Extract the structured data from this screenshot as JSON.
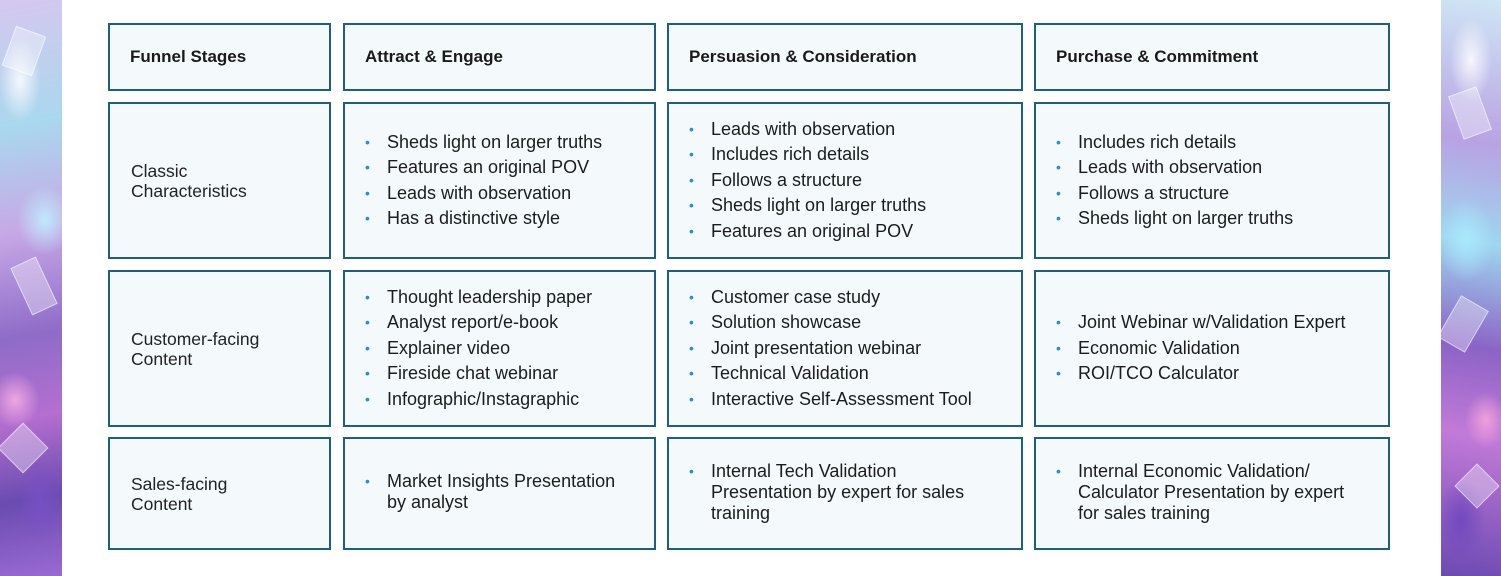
{
  "table": {
    "headers": [
      "Funnel Stages",
      "Attract & Engage",
      "Persuasion & Consideration",
      "Purchase & Commitment"
    ],
    "rows": [
      {
        "label": "Classic\nCharacteristics",
        "cells": [
          [
            "Sheds light on larger truths",
            "Features an original POV",
            "Leads with observation",
            "Has a distinctive style"
          ],
          [
            "Leads with observation",
            "Includes rich details",
            "Follows a structure",
            "Sheds light on larger truths",
            "Features an original POV"
          ],
          [
            "Includes rich details",
            "Leads with observation",
            "Follows a structure",
            "Sheds light on larger truths"
          ]
        ]
      },
      {
        "label": "Customer-facing\nContent",
        "cells": [
          [
            "Thought leadership paper",
            "Analyst report/e-book",
            "Explainer video",
            "Fireside chat webinar",
            "Infographic/Instagraphic"
          ],
          [
            "Customer case study",
            "Solution showcase",
            "Joint presentation webinar",
            "Technical Validation",
            "Interactive Self-Assessment Tool"
          ],
          [
            "Joint Webinar w/Validation Expert",
            "Economic Validation",
            "ROI/TCO Calculator"
          ]
        ]
      },
      {
        "label": "Sales-facing\nContent",
        "cells": [
          [
            "Market Insights Presentation by analyst"
          ],
          [
            "Internal Tech Validation Presentation by expert for sales training"
          ],
          [
            "Internal Economic Validation/ Calculator Presentation by expert for sales training"
          ]
        ]
      }
    ]
  },
  "colors": {
    "border": "#1e5e80",
    "cell_bg": "#f4f9fc",
    "bullet": "#2a8fc7"
  }
}
